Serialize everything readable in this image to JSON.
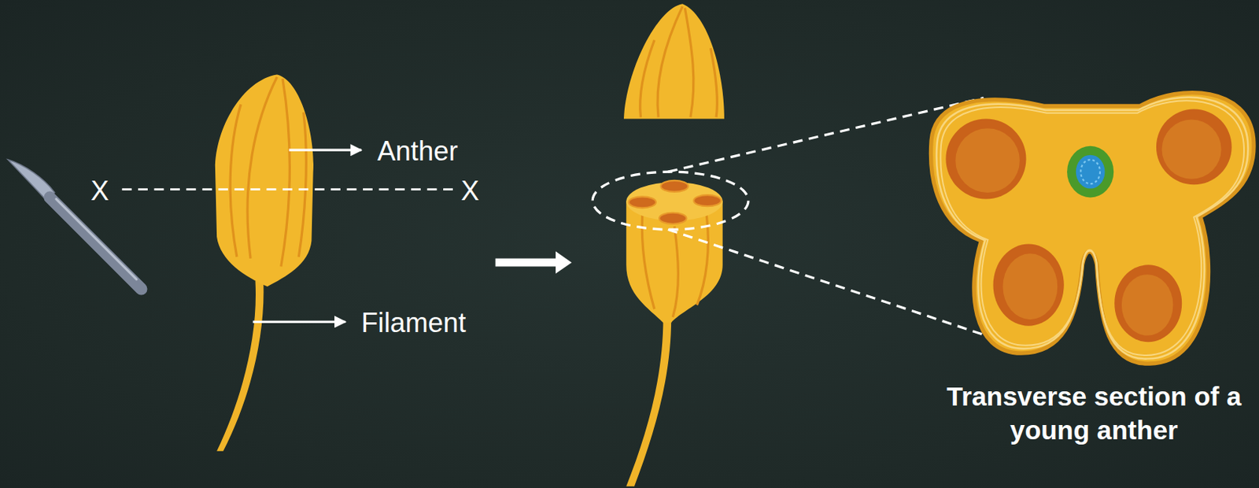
{
  "diagram": {
    "caption": "Transverse section of a young anther",
    "labels": [
      "Anther",
      "X",
      "X",
      "Filament"
    ]
  }
}
